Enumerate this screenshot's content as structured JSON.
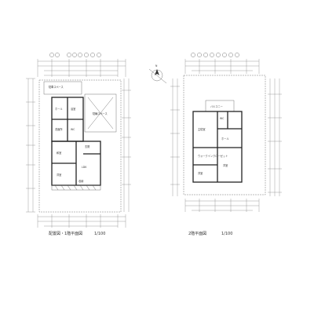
{
  "left_plan": {
    "caption": "配置図・1階平面図",
    "scale": "1/100",
    "rooms": [
      {
        "name": "駐車スペース"
      },
      {
        "name": "駐輪スペース"
      },
      {
        "name": "ホール"
      },
      {
        "name": "和室"
      },
      {
        "name": "LDK"
      },
      {
        "name": "洋室"
      },
      {
        "name": "玄関"
      },
      {
        "name": "浴室"
      },
      {
        "name": "洗面所"
      },
      {
        "name": "WC"
      },
      {
        "name": "収納"
      }
    ]
  },
  "right_plan": {
    "caption": "2階平面図",
    "scale": "1/100",
    "rooms": [
      {
        "name": "洋室"
      },
      {
        "name": "洋室"
      },
      {
        "name": "主寝室"
      },
      {
        "name": "ウォークインクローゼット"
      },
      {
        "name": "WC"
      },
      {
        "name": "ホール"
      },
      {
        "name": "バルコニー"
      }
    ]
  },
  "north_arrow": {
    "label": "N"
  }
}
